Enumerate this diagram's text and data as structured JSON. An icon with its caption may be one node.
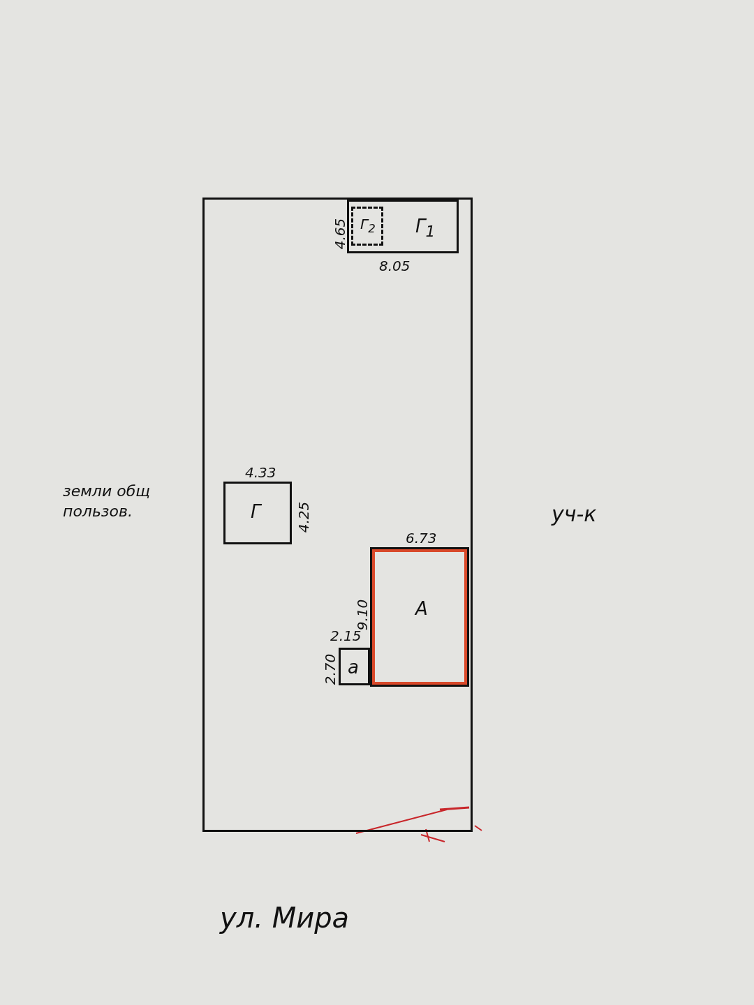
{
  "diagram": {
    "nodes": [
      {
        "text": [],
        "shape": "box"
      },
      {
        "text": [
          "Г$_{1}$"
        ],
        "in": 0,
        "beside": [
          "4.65",
          "8.05"
        ]
      },
      {
        "text": [
          "Г$_{2}$"
        ],
        "in": 1
      },
      {
        "text": [
          "Г"
        ],
        "in": 0,
        "beside": [
          "4.33",
          "4.25"
        ]
      },
      {
        "text": [
          "А"
        ],
        "in": 0,
        "beside": [
          "6.73",
          "9.10"
        ]
      },
      {
        "text": [
          "а"
        ],
        "in": 0,
        "beside": [
          "2.15",
          "2.70"
        ]
      }
    ],
    "edges": [],
    "labels": [
      "земли общ пользов.",
      "уч-к",
      "ул. Мира"
    ]
  }
}
